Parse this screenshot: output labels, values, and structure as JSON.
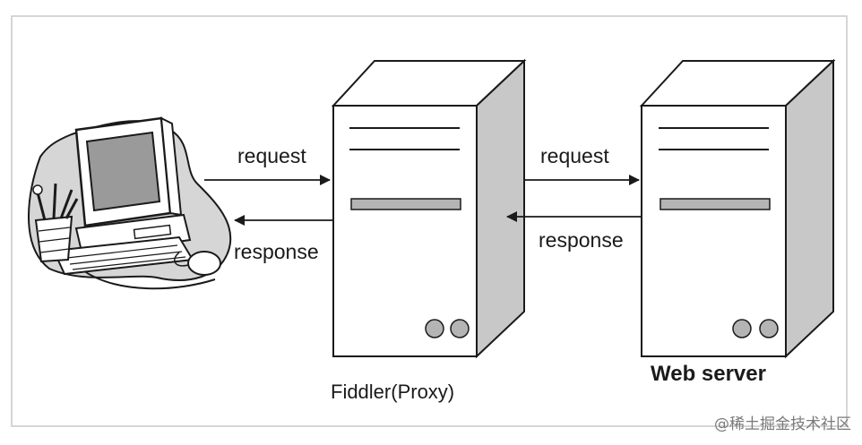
{
  "client": {
    "icon": "desktop-computer-icon"
  },
  "proxy": {
    "label": "Fiddler(Proxy)",
    "icon": "server-tower-icon"
  },
  "server": {
    "label": "Web server",
    "icon": "server-tower-icon"
  },
  "left_link": {
    "request_label": "request",
    "response_label": "response"
  },
  "right_link": {
    "request_label": "request",
    "response_label": "response"
  },
  "watermark": {
    "text": "@稀土掘金技术社区"
  },
  "colors": {
    "stroke": "#1a1a1a",
    "bar": "#b4b4b4",
    "server_side": "#c8c8c8",
    "blob": "#d6d6d6"
  }
}
